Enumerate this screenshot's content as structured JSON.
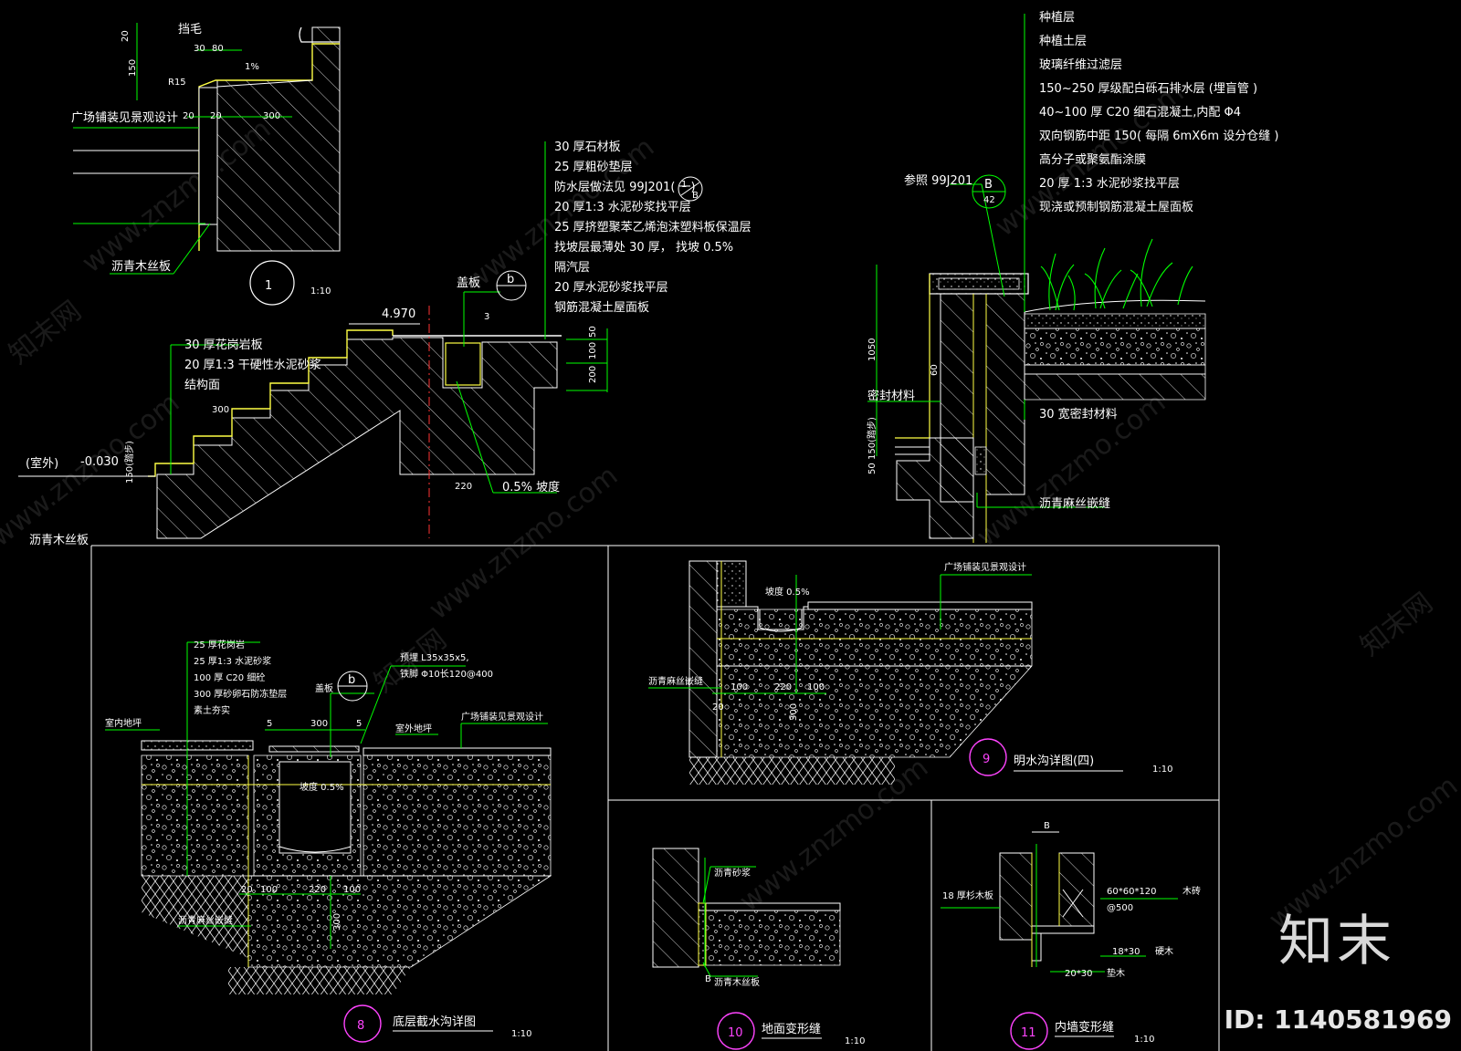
{
  "watermark": {
    "text": "www.znzmo.com",
    "brand": "知末",
    "site_cn": "知末网",
    "image_id": "ID: 1140581969"
  },
  "detail1": {
    "number": "1",
    "scale": "1:10",
    "labels": {
      "handrail": "挡毛",
      "slope": "1%",
      "radius": "R15",
      "paving": "广场铺装见景观设计",
      "board": "沥青木丝板"
    },
    "dims": [
      "20",
      "30",
      "80",
      "150",
      "20",
      "20",
      "300"
    ]
  },
  "stair": {
    "level_top": "4.970",
    "level_out": "-0.030",
    "outdoor": "(室外)",
    "layers": [
      "30 厚花岗岩板",
      "20 厚1:3 干硬性水泥砂浆",
      "结构面"
    ],
    "cover": "盖板",
    "ref_b": "b",
    "step": "300",
    "trench_w": "220",
    "slope": "0.5% 坡度",
    "board": "沥青木丝板",
    "dims_side": [
      "50",
      "100",
      "200"
    ],
    "dim_three": "3",
    "dim_150": "150(踏步)"
  },
  "roof_layers": [
    "30 厚石材板",
    "25 厚粗砂垫层",
    "防水层做法见   99J201(   一)",
    "20 厚1:3  水泥砂浆找平层",
    "25 厚挤塑聚苯乙烯泡沫塑料板保温层",
    "找坡层最薄处    30 厚， 找坡 0.5%",
    "隔汽层",
    "20 厚水泥砂浆找平层",
    "钢筋混凝土屋面板"
  ],
  "roof_ref": {
    "num": "1",
    "den": "B"
  },
  "planting": {
    "layers": [
      "种植层",
      "种植土层",
      "玻璃纤维过滤层",
      "150~250      厚级配白砾石排水层      (埋盲管  )",
      "40~100      厚 C20    细石混凝土,内配     Φ4",
      "双向钢筋中距     150(  每隔 6mX6m    设分仓缝   )",
      "高分子或聚氨酯涂膜",
      "20  厚 1:3     水泥砂浆找平层",
      "现浇或预制钢筋混凝土屋面板"
    ],
    "ref_text": "参照  99J201",
    "ref_top": "B",
    "ref_bottom": "42",
    "seal": "密封材料",
    "seal30": "30  宽密封材料",
    "joint": "沥青麻丝嵌缝",
    "dims": [
      "1050",
      "60",
      "150(踏步)",
      "50"
    ]
  },
  "detail8": {
    "number": "8",
    "title": "底层截水沟详图",
    "scale": "1:10",
    "layers": [
      "25 厚花岗岩",
      "25 厚1:3  水泥砂浆",
      "100  厚 C20  细砼",
      "300  厚砂卵石防冻垫层",
      "素土夯实"
    ],
    "embed": "预埋 L35x35x5,",
    "anchor": "铁脚 Φ10长120@400",
    "cover": "盖板",
    "ref_b": "b",
    "indoor": "室内地坪",
    "outdoor": "室外地坪",
    "paving": "广场铺装见景观设计",
    "slope": "坡度 0.5%",
    "joint": "沥青麻丝嵌缝",
    "dims": [
      "5",
      "300",
      "5",
      "100",
      "220",
      "100",
      "20",
      "300"
    ]
  },
  "detail9": {
    "number": "9",
    "title": "明水沟详图(四)",
    "scale": "1:10",
    "paving": "广场铺装见景观设计",
    "slope": "坡度 0.5%",
    "joint": "沥青麻丝嵌缝",
    "dims": [
      "100",
      "220",
      "100",
      "20",
      "300"
    ]
  },
  "detail10": {
    "number": "10",
    "title": "地面变形缝",
    "scale": "1:10",
    "mortar": "沥青砂浆",
    "board": "沥青木丝板",
    "dim": "B"
  },
  "detail11": {
    "number": "11",
    "title": "内墙变形缝",
    "scale": "1:10",
    "wood18": "18  厚杉木板",
    "block": "60*60*120",
    "block_at": "@500",
    "wood_label": "木砖",
    "hard": "18*30",
    "hard_label": "硬木",
    "pad": "20*30",
    "pad_label": "垫木",
    "dim": "B"
  },
  "colors": {
    "line": "#ffffff",
    "green": "#00ff00",
    "yellow": "#ffff44",
    "red": "#ff3333",
    "magenta": "#ff44ff",
    "cyan": "#44ffff"
  }
}
